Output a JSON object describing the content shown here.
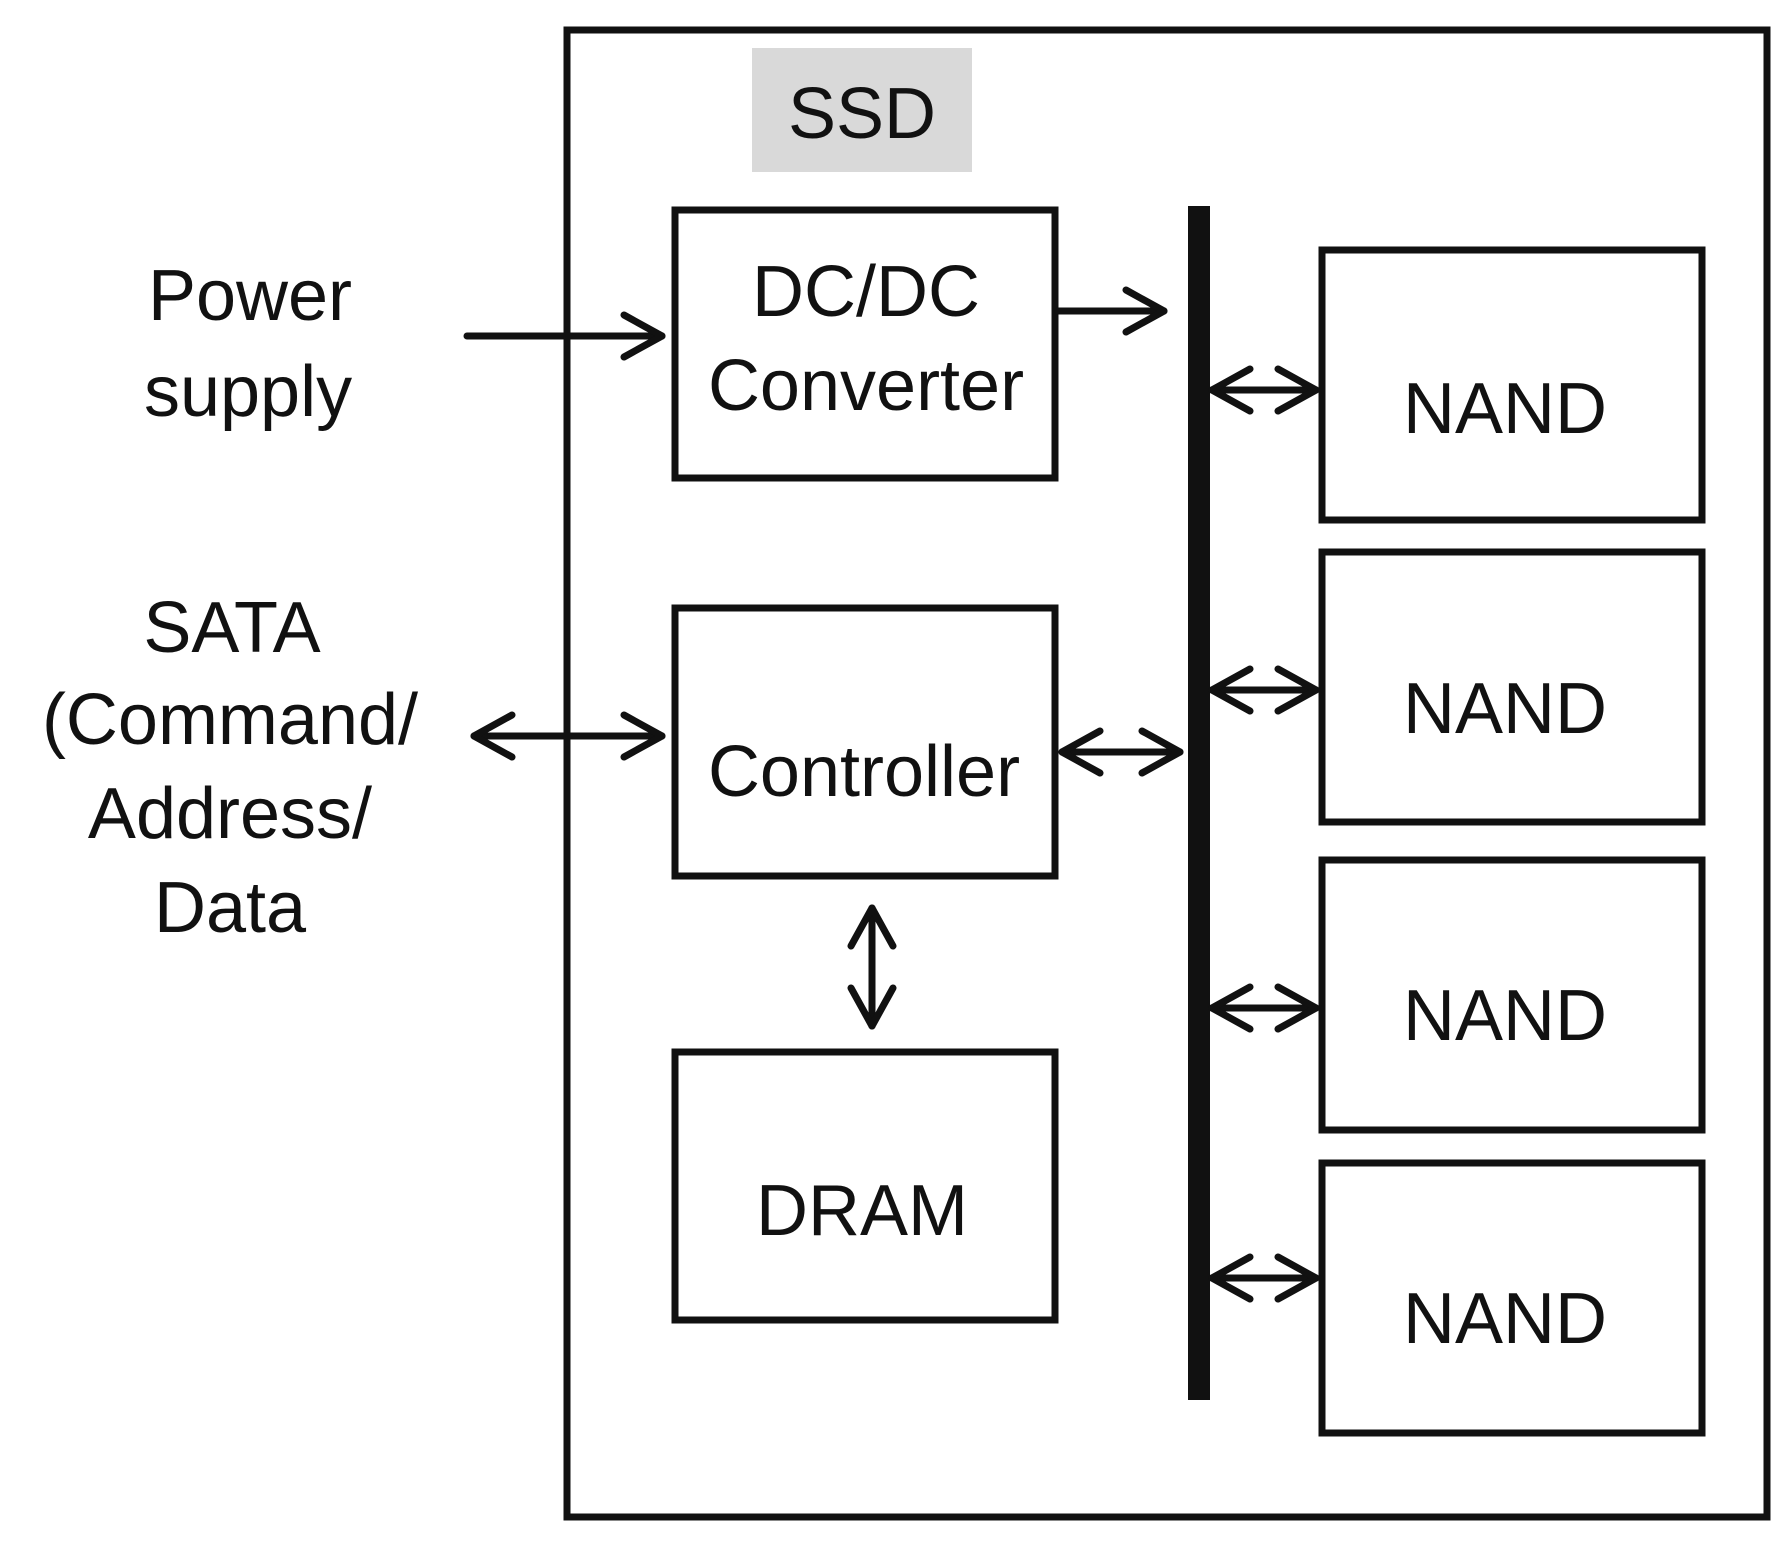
{
  "diagram": {
    "container": {
      "label": "SSD",
      "label_background": "#d9d9d9"
    },
    "external_inputs": {
      "power": {
        "line1": "Power",
        "line2": "supply"
      },
      "sata": {
        "line1": "SATA",
        "line2": "(Command/",
        "line3": "Address/",
        "line4": "Data"
      }
    },
    "blocks": {
      "dcdc": {
        "line1": "DC/DC",
        "line2": "Converter"
      },
      "controller": {
        "label": "Controller"
      },
      "dram": {
        "label": "DRAM"
      },
      "nand": [
        {
          "label": "NAND"
        },
        {
          "label": "NAND"
        },
        {
          "label": "NAND"
        },
        {
          "label": "NAND"
        }
      ]
    },
    "colors": {
      "stroke": "#111111",
      "background": "#ffffff"
    }
  }
}
